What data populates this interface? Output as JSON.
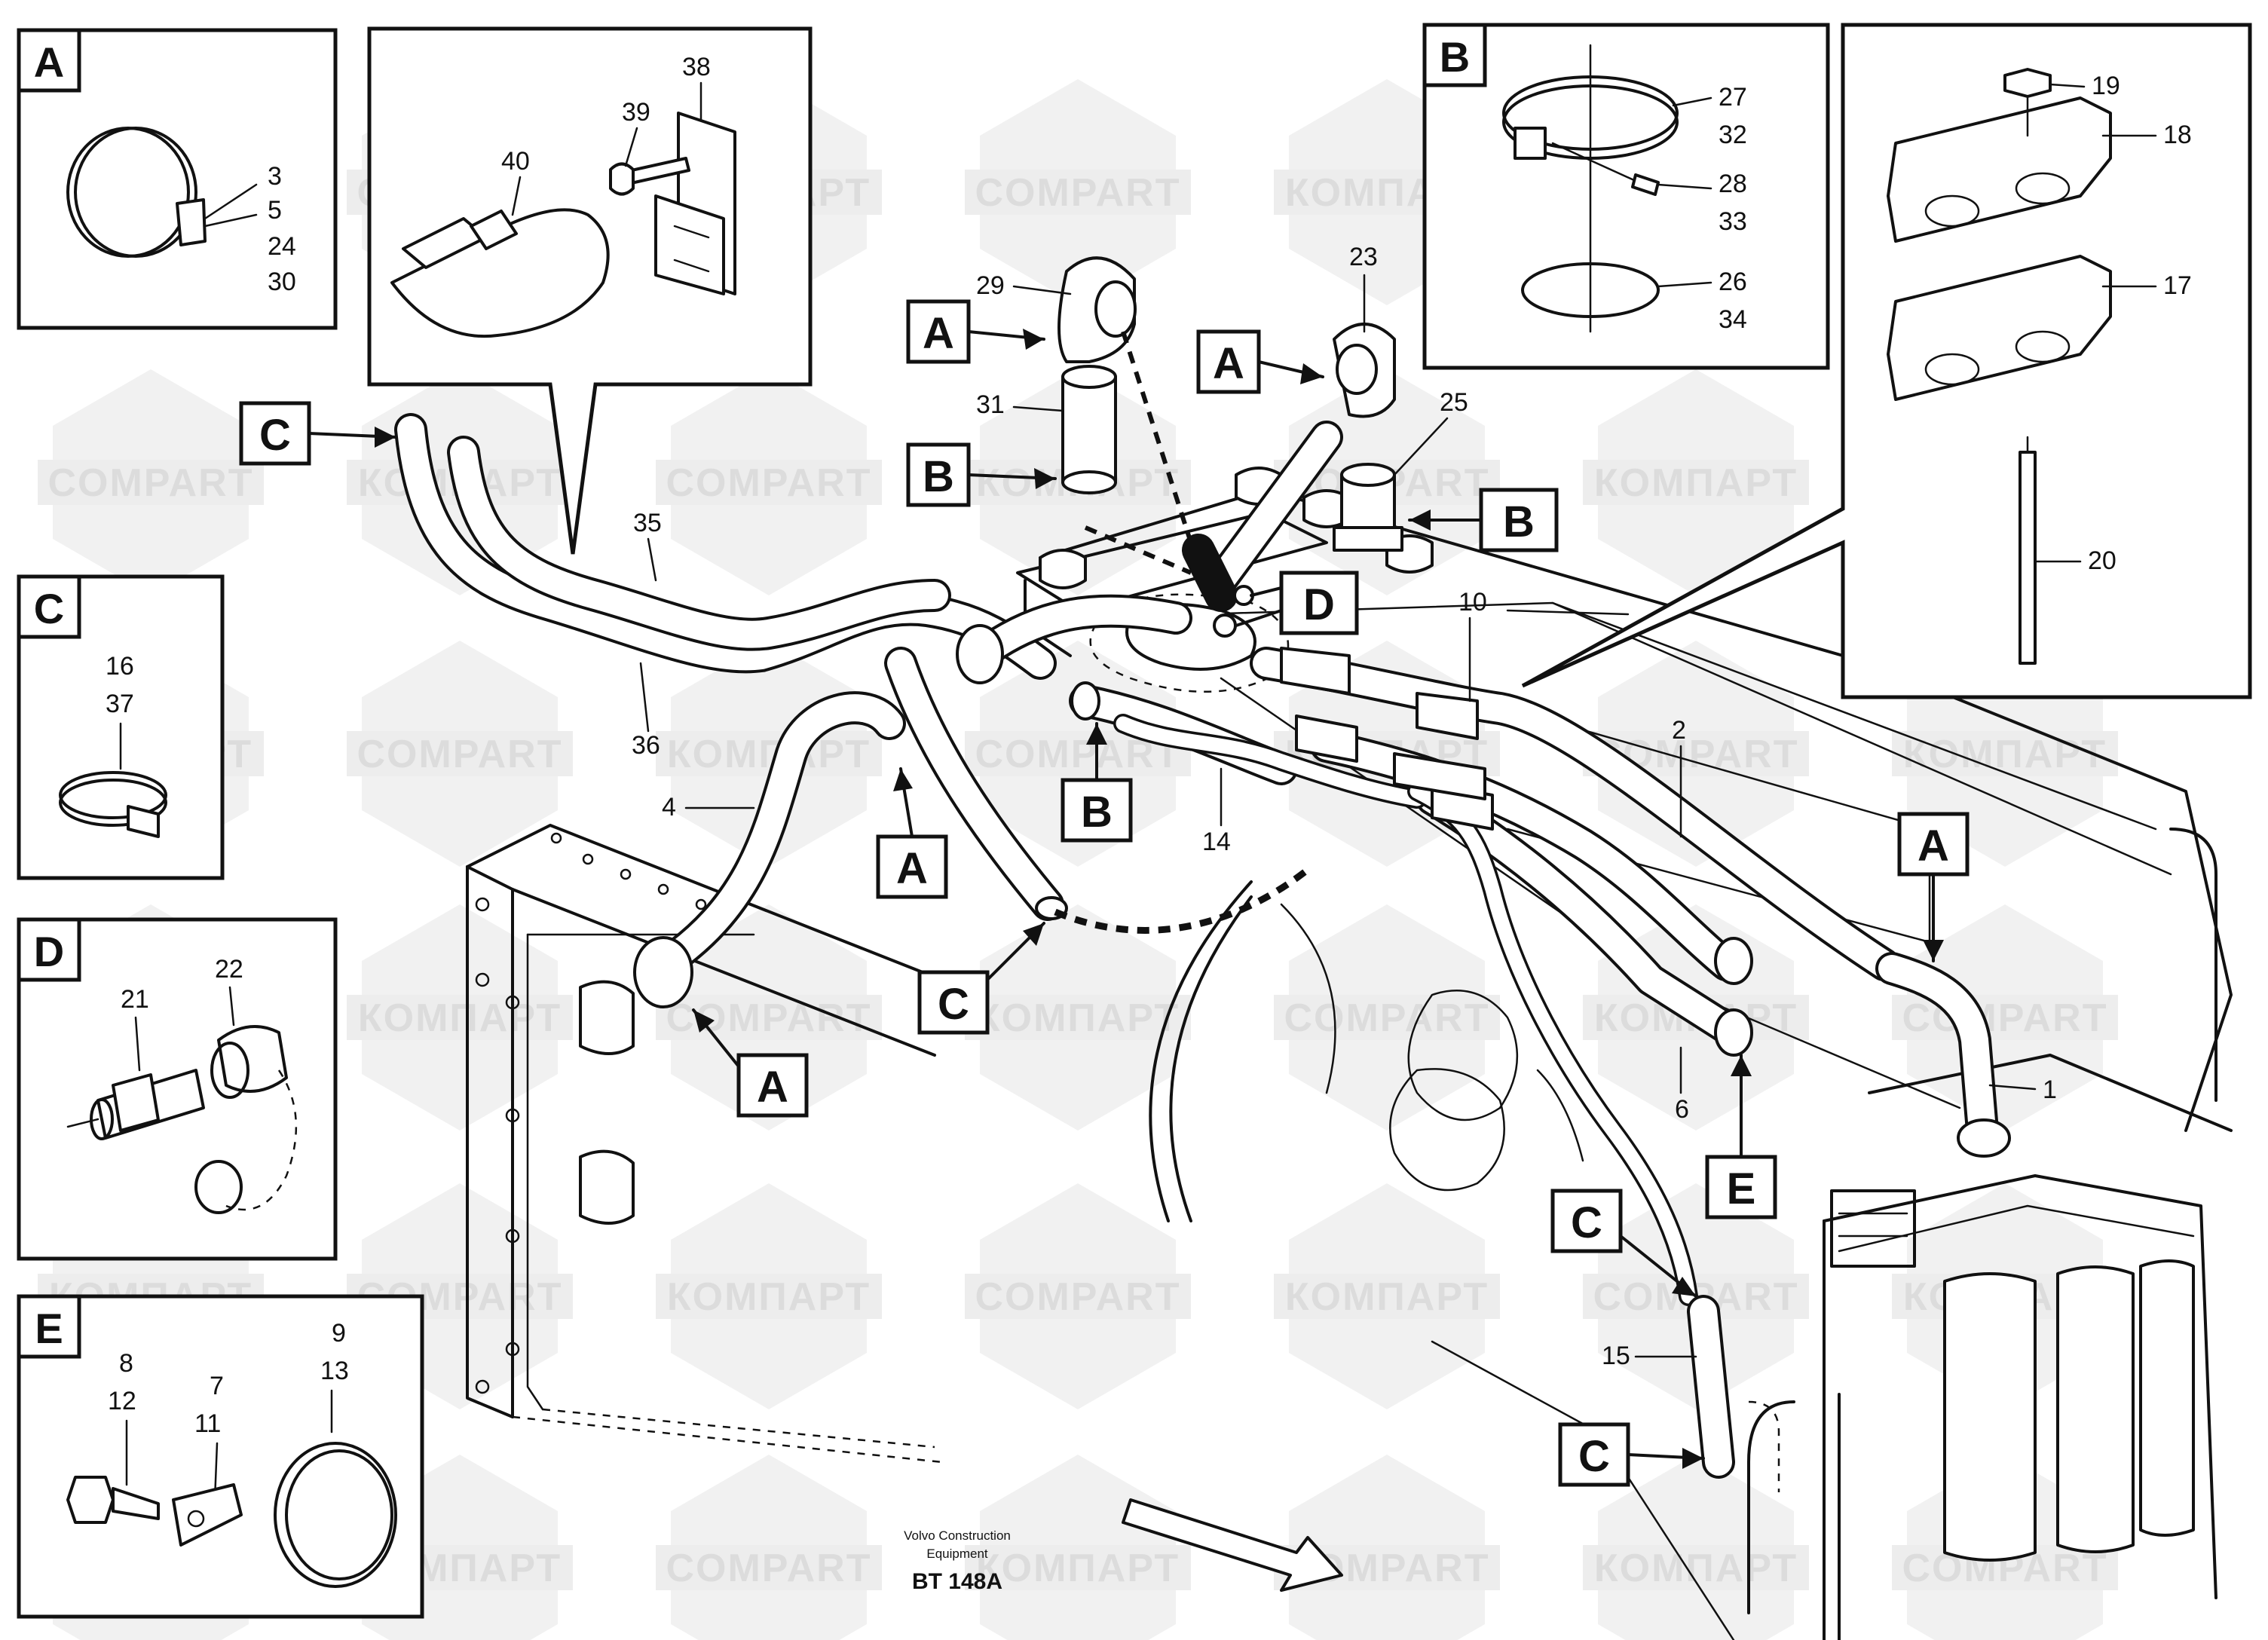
{
  "watermarks": {
    "latin": "COMPART",
    "cyrillic": "КОМПАРТ"
  },
  "insets": {
    "A": {
      "letter": "A",
      "parts": [
        "3",
        "5",
        "24",
        "30"
      ]
    },
    "detail": {
      "parts": [
        "38",
        "39",
        "40"
      ]
    },
    "B": {
      "letter": "B",
      "parts": [
        "27",
        "32",
        "28",
        "33",
        "26",
        "34"
      ]
    },
    "clip": {
      "parts": [
        "19",
        "18",
        "17",
        "20"
      ]
    },
    "C": {
      "letter": "C",
      "parts": [
        "16",
        "37"
      ]
    },
    "D": {
      "letter": "D",
      "parts": [
        "21",
        "22"
      ]
    },
    "E": {
      "letter": "E",
      "parts": [
        "8",
        "12",
        "7",
        "11",
        "9",
        "13"
      ]
    }
  },
  "main_labels": [
    "29",
    "31",
    "23",
    "25",
    "35",
    "36",
    "4",
    "10",
    "14",
    "2",
    "1",
    "6",
    "15"
  ],
  "callouts": [
    "A",
    "B",
    "C",
    "D",
    "E"
  ],
  "footer": {
    "line1": "Volvo Construction",
    "line2": "Equipment",
    "code": "BT 148A"
  }
}
